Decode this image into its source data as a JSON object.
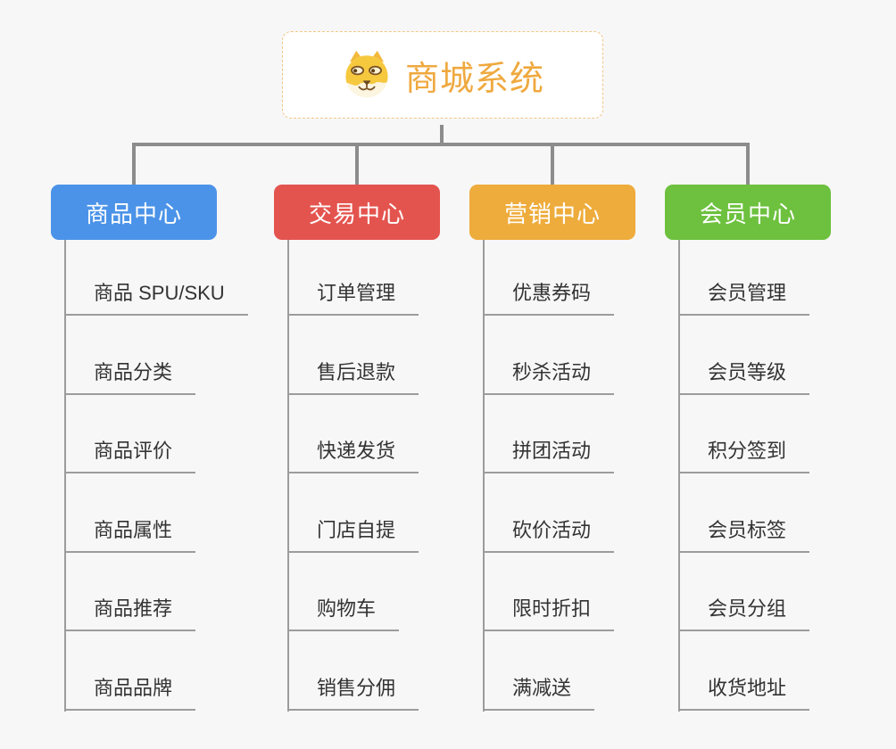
{
  "root": {
    "title": "商城系统",
    "title_color": "#efa93f",
    "icon": "doge-icon"
  },
  "colors": {
    "background": "#f7f7f8",
    "connector": "#8c8c8c",
    "underline": "#9c9c9c",
    "root_border": "#f1c584"
  },
  "branches": [
    {
      "label": "商品中心",
      "color": "#4b93e8",
      "items": [
        "商品 SPU/SKU",
        "商品分类",
        "商品评价",
        "商品属性",
        "商品推荐",
        "商品品牌"
      ]
    },
    {
      "label": "交易中心",
      "color": "#e4544f",
      "items": [
        "订单管理",
        "售后退款",
        "快递发货",
        "门店自提",
        "购物车",
        "销售分佣"
      ]
    },
    {
      "label": "营销中心",
      "color": "#eeac3c",
      "items": [
        "优惠券码",
        "秒杀活动",
        "拼团活动",
        "砍价活动",
        "限时折扣",
        "满减送"
      ]
    },
    {
      "label": "会员中心",
      "color": "#6dc13e",
      "items": [
        "会员管理",
        "会员等级",
        "积分签到",
        "会员标签",
        "会员分组",
        "收货地址"
      ]
    }
  ]
}
